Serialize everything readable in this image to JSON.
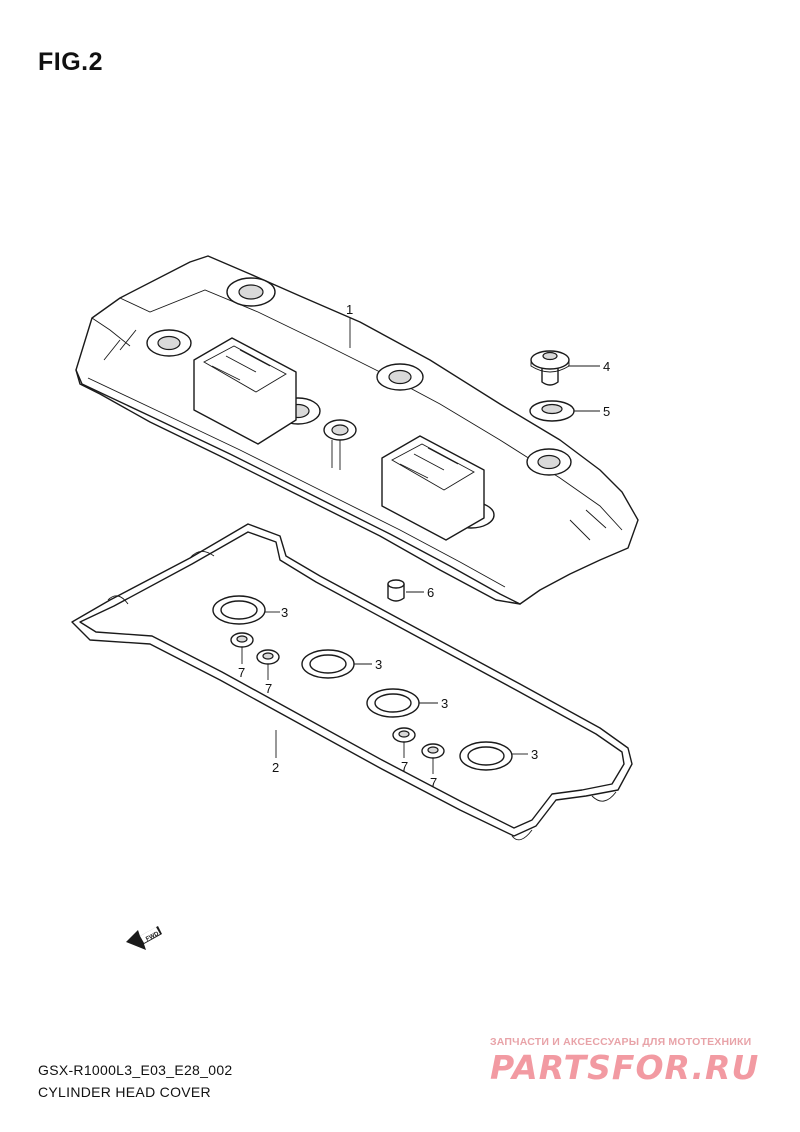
{
  "figure": {
    "title": "FIG.2",
    "code": "GSX-R1000L3_E03_E28_002",
    "name": "CYLINDER HEAD COVER"
  },
  "callouts": {
    "c1": "1",
    "c2": "2",
    "c3a": "3",
    "c3b": "3",
    "c3c": "3",
    "c3d": "3",
    "c4": "4",
    "c5": "5",
    "c6": "6",
    "c7a": "7",
    "c7b": "7",
    "c7c": "7",
    "c7d": "7",
    "fwd": "FWD"
  },
  "watermark": {
    "caption": "ЗАПЧАСТИ И АКСЕССУАРЫ ДЛЯ МОТОТЕХНИКИ",
    "logo": "PARTSFOR.RU",
    "color": "#f29aa2"
  }
}
